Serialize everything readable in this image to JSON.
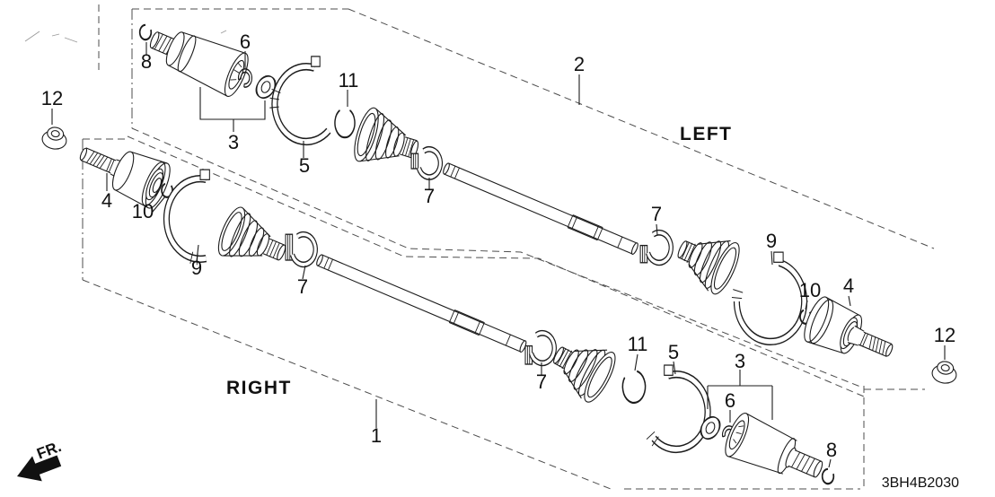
{
  "diagram_code": "3BH4B2030",
  "group_labels": {
    "left": "LEFT",
    "right": "RIGHT"
  },
  "direction": {
    "front": "FR."
  },
  "left_axle": {
    "assembly": "2",
    "snap_ring": "8",
    "inner_joint_set": "3",
    "circlip": "6",
    "boot_band_big": "5",
    "stopper_ring": "11",
    "clamp_inner": "7",
    "clamp_outer": "7",
    "boot_band_outer": "9",
    "snap_ring_outer": "10",
    "outboard_joint": "4",
    "spindle_nut": "12"
  },
  "right_axle": {
    "assembly": "1",
    "spindle_nut": "12",
    "outboard_joint": "4",
    "snap_ring_outer": "10",
    "boot_band_outer": "9",
    "clamp_outer": "7",
    "clamp_inner": "7",
    "stopper_ring": "11",
    "boot_band_big": "5",
    "inner_joint_set": "3",
    "circlip": "6",
    "snap_ring": "8"
  }
}
